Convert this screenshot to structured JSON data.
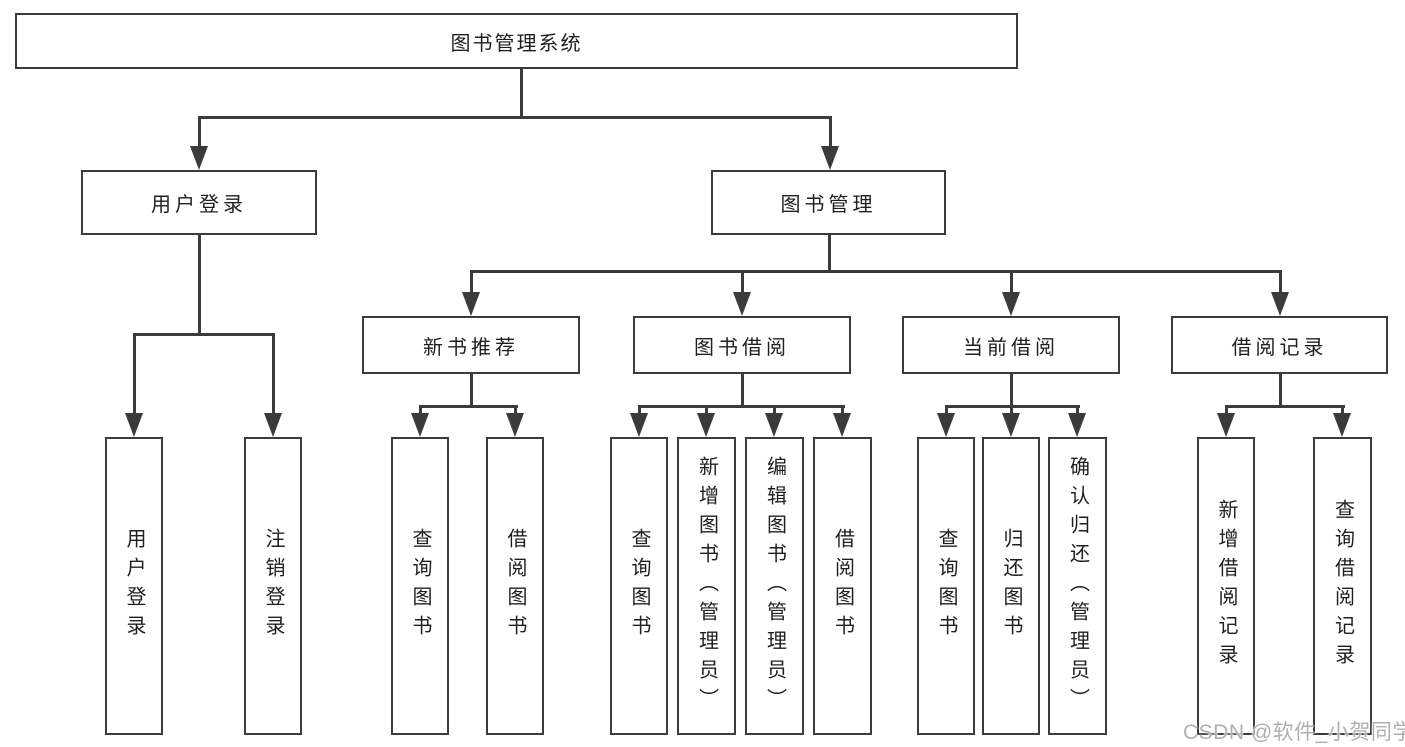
{
  "colors": {
    "line": "#3b3b3b",
    "text": "#1f1f1f",
    "boxfill": "#ffffff",
    "bg": "#ffffff",
    "watermark": "#b0b0b0"
  },
  "watermark": {
    "text": "CSDN @软件_小贺同学"
  },
  "tree": {
    "label": "图书管理系统",
    "children": [
      {
        "label": "用户登录",
        "children": [
          {
            "label": "用户登录"
          },
          {
            "label": "注销登录"
          }
        ]
      },
      {
        "label": "图书管理",
        "children": [
          {
            "label": "新书推荐",
            "children": [
              {
                "label": "查询图书"
              },
              {
                "label": "借阅图书"
              }
            ]
          },
          {
            "label": "图书借阅",
            "children": [
              {
                "label": "查询图书"
              },
              {
                "label": "新增图书（管理员）"
              },
              {
                "label": "编辑图书（管理员）"
              },
              {
                "label": "借阅图书"
              }
            ]
          },
          {
            "label": "当前借阅",
            "children": [
              {
                "label": "查询图书"
              },
              {
                "label": "归还图书"
              },
              {
                "label": "确认归还（管理员）"
              }
            ]
          },
          {
            "label": "借阅记录",
            "children": [
              {
                "label": "新增借阅记录"
              },
              {
                "label": "查询借阅记录"
              }
            ]
          }
        ]
      }
    ]
  }
}
